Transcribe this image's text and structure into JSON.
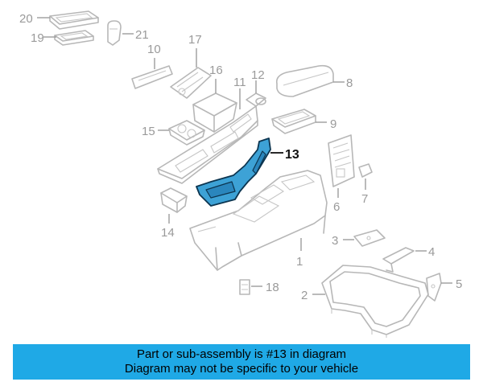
{
  "callouts": {
    "c1": "1",
    "c2": "2",
    "c3": "3",
    "c4": "4",
    "c5": "5",
    "c6": "6",
    "c7": "7",
    "c8": "8",
    "c9": "9",
    "c10": "10",
    "c11": "11",
    "c12": "12",
    "c13": "13",
    "c14": "14",
    "c15": "15",
    "c16": "16",
    "c17": "17",
    "c18": "18",
    "c19": "19",
    "c20": "20",
    "c21": "21"
  },
  "highlight": {
    "part_number": "13",
    "color": "#3da2d6"
  },
  "banner": {
    "line1": "Part or sub-assembly is #13 in diagram",
    "line2": "Diagram may not be specific to your vehicle",
    "background": "#1fa9e6"
  }
}
